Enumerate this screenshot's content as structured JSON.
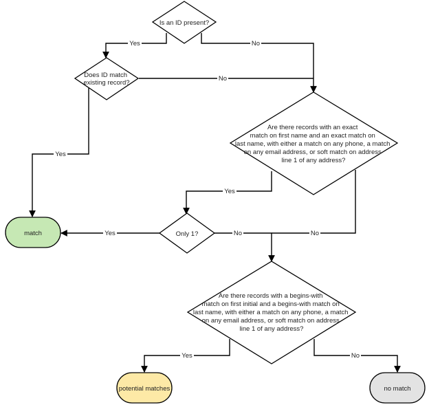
{
  "nodes": {
    "id_present": {
      "text": [
        "Is an ID present?"
      ],
      "fill": "#ffffff"
    },
    "id_match": {
      "text": [
        "Does ID match",
        "existing record?"
      ],
      "fill": "#ffffff"
    },
    "exact_match": {
      "text": [
        "Are there records with an exact",
        "match on first name and an exact match on",
        "last name, with either a match on any phone, a match",
        "on any email address, or soft match on address",
        "line 1 of any address?"
      ],
      "fill": "#ffffff"
    },
    "only_one": {
      "text": [
        "Only 1?"
      ],
      "fill": "#ffffff"
    },
    "begins_with": {
      "text": [
        "Are there records with a begins-with",
        "match on first initial and a begins-with match on",
        "last name, with either a match on any phone, a match",
        "on any email address, or soft match on address",
        "line 1 of any address?"
      ],
      "fill": "#ffffff"
    },
    "match": {
      "text": [
        "match"
      ],
      "fill": "#c6e8b4"
    },
    "potential": {
      "text": [
        "potential matches"
      ],
      "fill": "#fde9a6"
    },
    "no_match": {
      "text": [
        "no match"
      ],
      "fill": "#e3e3e3"
    }
  },
  "edges": {
    "e1": {
      "label": "Yes"
    },
    "e2": {
      "label": "No"
    },
    "e3": {
      "label": "No"
    },
    "e4": {
      "label": "Yes"
    },
    "e5": {
      "label": "Yes"
    },
    "e6": {
      "label": "Yes"
    },
    "e7": {
      "label": "No"
    },
    "e8": {
      "label": "No"
    },
    "e9": {
      "label": "Yes"
    },
    "e10": {
      "label": "No"
    }
  }
}
